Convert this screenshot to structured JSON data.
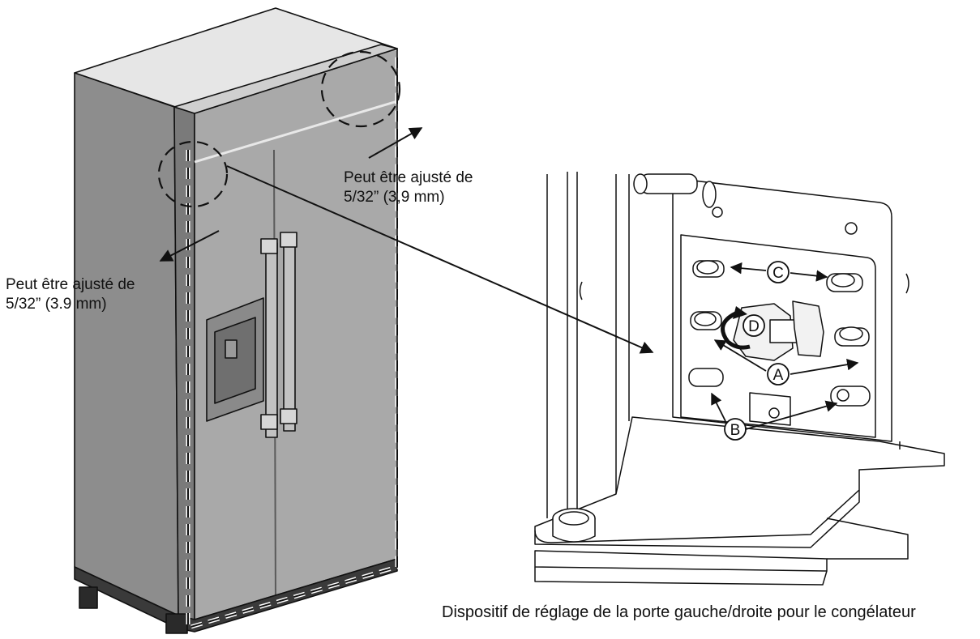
{
  "labels": {
    "top_right_line1": "Peut être ajusté de",
    "top_right_line2": "5/32” (3,9 mm)",
    "left_line1": "Peut être ajusté de",
    "left_line2": "5/32” (3.9 mm)"
  },
  "callouts": {
    "a": "A",
    "b": "B",
    "c": "C",
    "d": "D"
  },
  "caption": "Dispositif de réglage de la porte gauche/droite pour le congélateur",
  "colors": {
    "cabinet_front": "#a9a9a9",
    "cabinet_side": "#8d8d8d",
    "cabinet_top": "#e6e6e6",
    "line": "#111111"
  }
}
